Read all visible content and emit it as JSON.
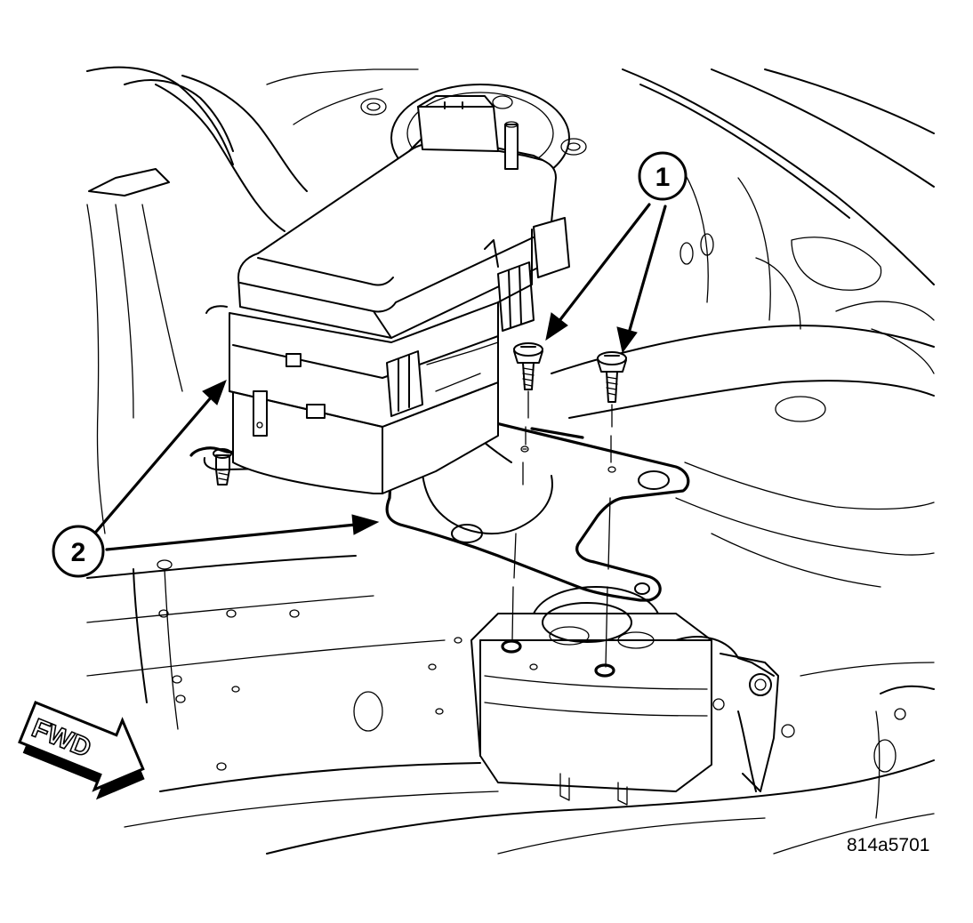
{
  "callouts": [
    {
      "id": "callout-1",
      "label": "1"
    },
    {
      "id": "callout-2",
      "label": "2"
    }
  ],
  "direction_badge": {
    "label": "FWD"
  },
  "figure_id": "814a5701",
  "colors": {
    "line": "#000000",
    "background": "#ffffff"
  }
}
